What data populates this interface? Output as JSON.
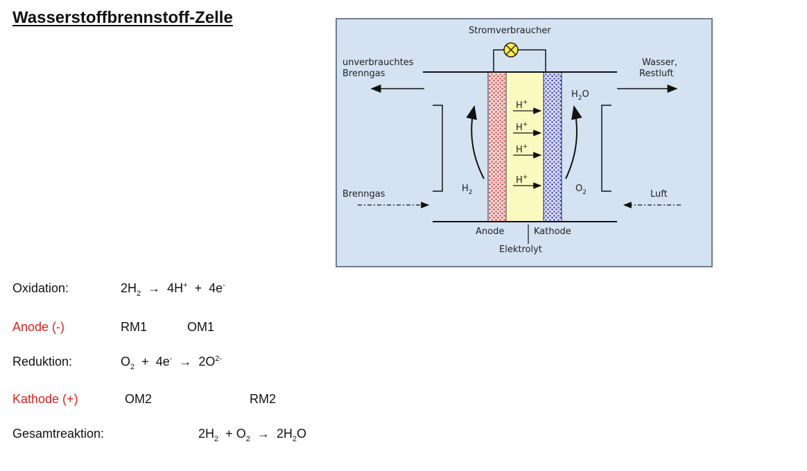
{
  "title": "Wasserstoffbrennstoff-Zelle",
  "diagram": {
    "consumer": "Stromverbraucher",
    "left_top_1": "unverbrauchtes",
    "left_top_2": "Brenngas",
    "right_top_1": "Wasser,",
    "right_top_2": "Restluft",
    "left_bottom": "Brenngas",
    "right_bottom": "Luft",
    "proton": "H",
    "proton_sup": "+",
    "h2_main": "H",
    "h2_sub": "2",
    "o2_main": "O",
    "o2_sub": "2",
    "water_main": "H",
    "water_sub": "2",
    "water_end": "O",
    "anode": "Anode",
    "kathode": "Kathode",
    "electrolyte": "Elektrolyt"
  },
  "equations": {
    "oxidation": {
      "label": "Oxidation:",
      "a": "2H",
      "a_sub": "2",
      "arrow": "→",
      "b": "4H",
      "b_sup": "+",
      "plus": "+",
      "c": "4e",
      "c_sup": "-"
    },
    "anode": {
      "label": "Anode (-)",
      "rm": "RM1",
      "om": "OM1"
    },
    "reduktion": {
      "label": "Reduktion:",
      "a": "O",
      "a_sub": "2",
      "plus": "+",
      "b": "4e",
      "b_sup": "-",
      "arrow": "→",
      "c": "2O",
      "c_sup": "2-"
    },
    "kathode": {
      "label": "Kathode (+)",
      "om": "OM2",
      "rm": "RM2"
    },
    "gesamt": {
      "label": "Gesamtreaktion:",
      "a": "2H",
      "a_sub": "2",
      "plus": "+",
      "b": "O",
      "b_sub": "2",
      "arrow": "→",
      "c": "2H",
      "c_sub": "2",
      "c_end": "O"
    }
  }
}
